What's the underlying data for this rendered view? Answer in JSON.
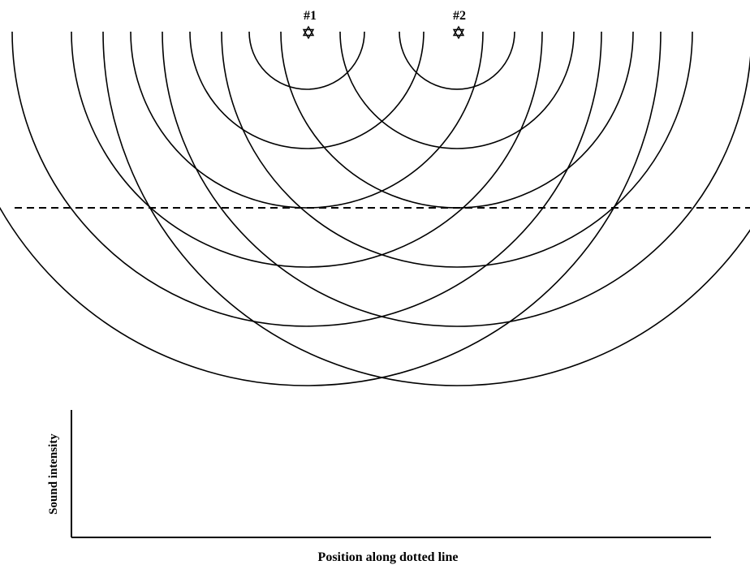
{
  "figure": {
    "sources": [
      {
        "label": "#1",
        "icon": "star-icon"
      },
      {
        "label": "#2",
        "icon": "star-icon"
      }
    ],
    "wavefront_count_per_source": 6,
    "dotted_line": {
      "style": "dashed"
    },
    "graph": {
      "ylabel": "Sound intensity",
      "xlabel": "Position along dotted line"
    },
    "colors": {
      "ink": "#000000",
      "background": "#ffffff"
    }
  }
}
